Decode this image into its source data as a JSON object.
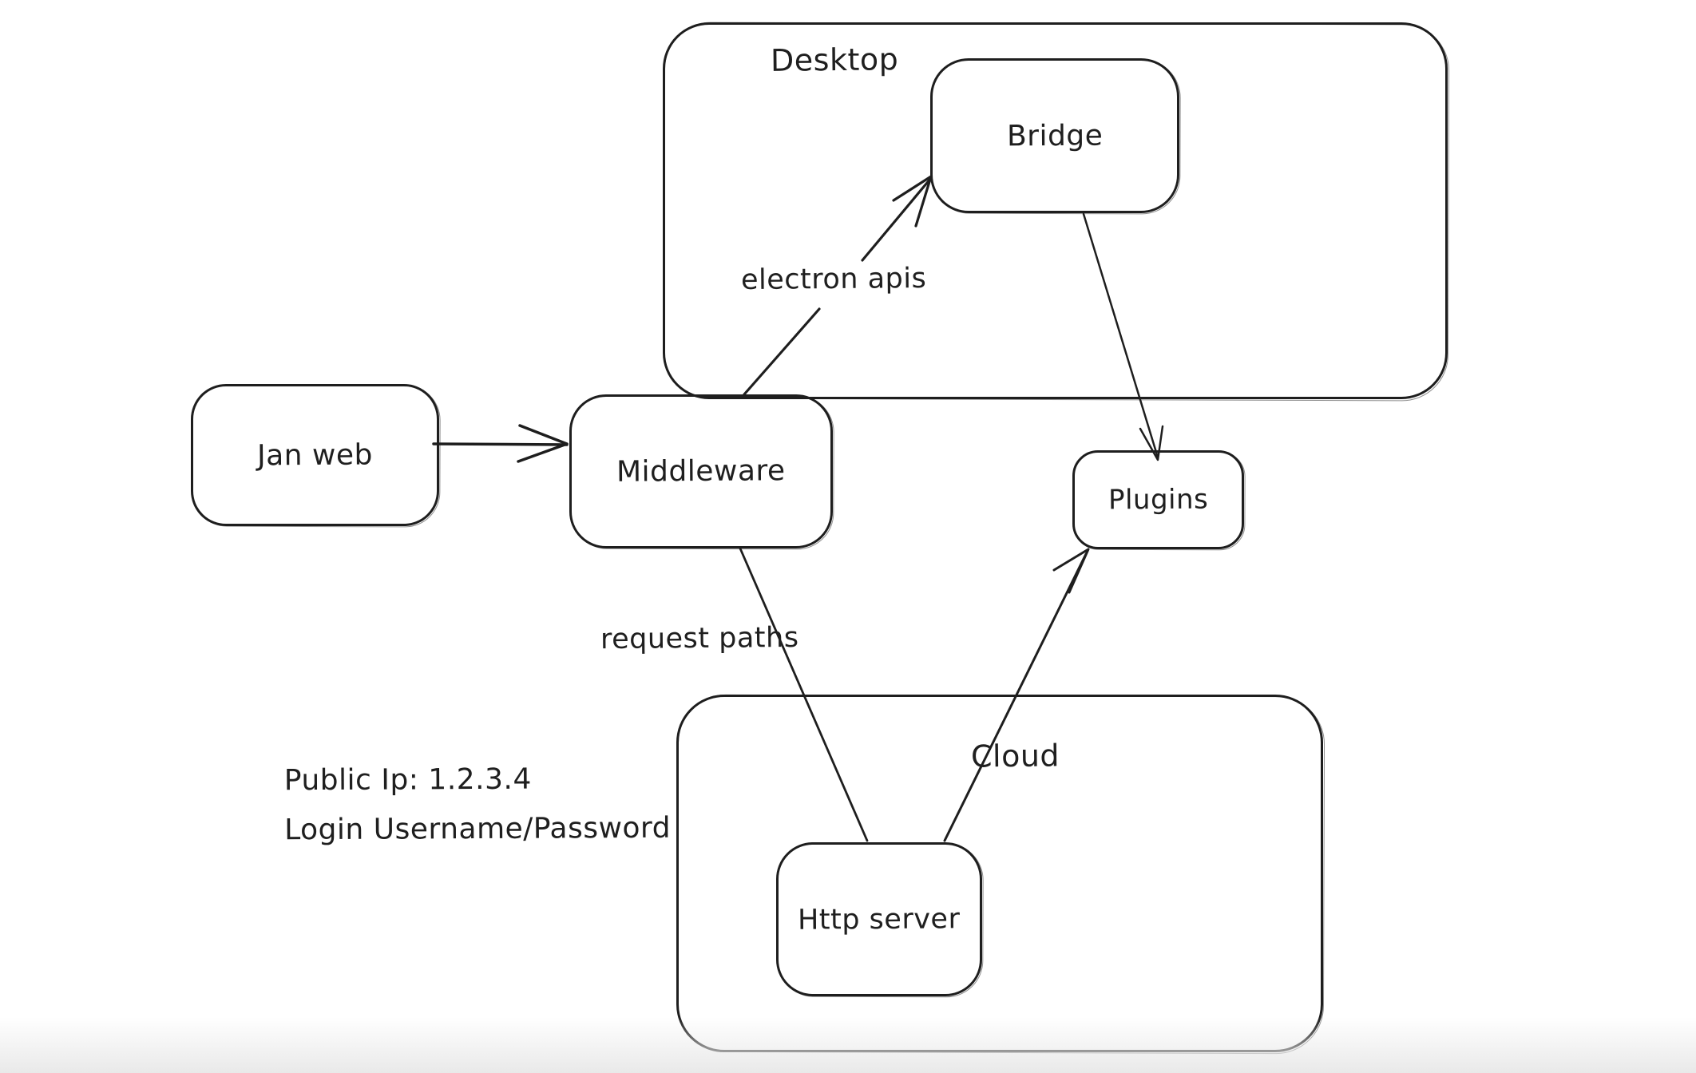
{
  "colors": {
    "stroke": "#1e1e1e",
    "background": "#ffffff",
    "bottom_fade": "#e9e9e9"
  },
  "containers": {
    "desktop": {
      "label": "Desktop"
    },
    "cloud": {
      "label": "Cloud"
    }
  },
  "nodes": {
    "jan_web": {
      "label": "Jan web"
    },
    "middleware": {
      "label": "Middleware"
    },
    "bridge": {
      "label": "Bridge"
    },
    "plugins": {
      "label": "Plugins"
    },
    "http_server": {
      "label": "Http server"
    }
  },
  "edges": [
    {
      "from": "jan_web",
      "to": "middleware",
      "label": "",
      "arrowhead": true
    },
    {
      "from": "middleware",
      "to": "bridge",
      "label": "electron apis",
      "arrowhead": true
    },
    {
      "from": "bridge",
      "to": "plugins",
      "label": "",
      "arrowhead": true
    },
    {
      "from": "middleware",
      "to": "http_server",
      "label": "request paths",
      "arrowhead": false
    },
    {
      "from": "http_server",
      "to": "plugins",
      "label": "",
      "arrowhead": true
    }
  ],
  "note": {
    "line1": "Public Ip: 1.2.3.4",
    "line2": "Login Username/Password"
  }
}
